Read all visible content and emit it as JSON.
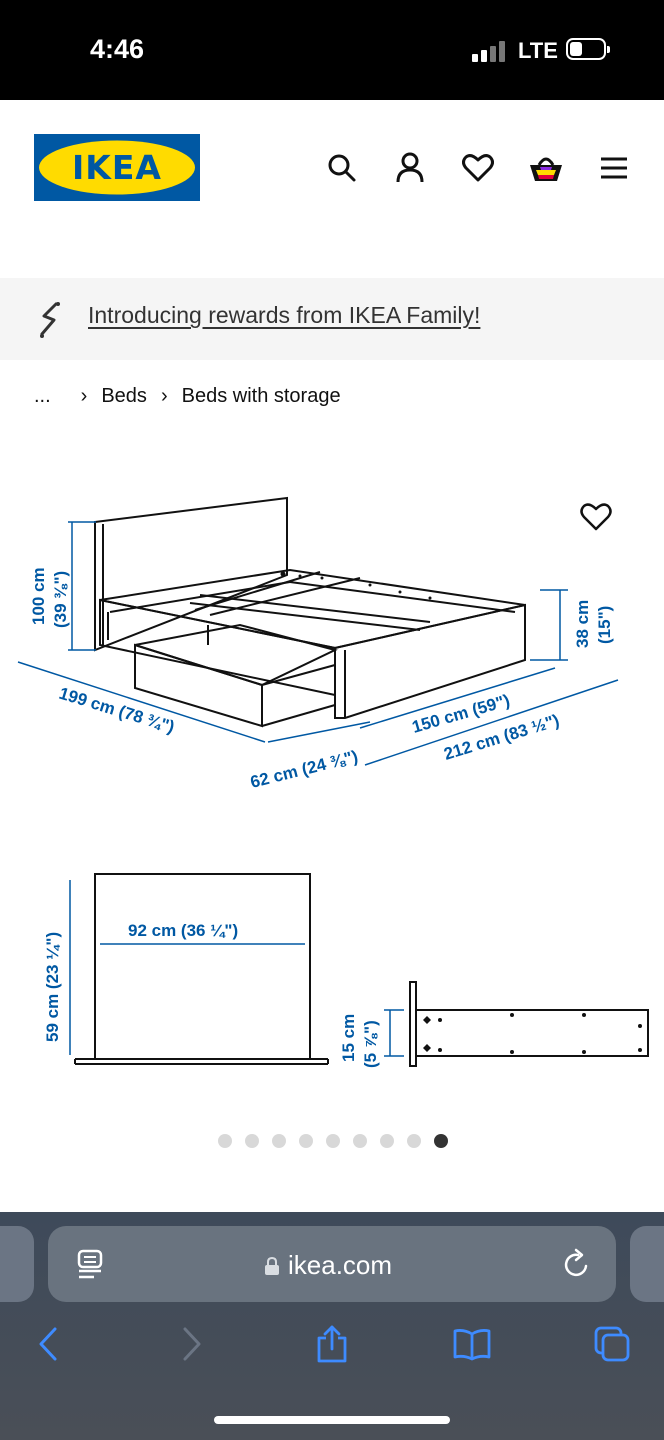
{
  "status_bar": {
    "time": "4:46",
    "network": "LTE"
  },
  "header": {
    "logo_text": "IKEA",
    "icons": [
      "search-icon",
      "account-icon",
      "heart-icon",
      "basket-icon",
      "menu-icon"
    ],
    "brand_blue": "#0058a3",
    "brand_yellow": "#ffdb00"
  },
  "banner": {
    "link_text": "Introducing rewards from IKEA Family!"
  },
  "breadcrumb": {
    "ellipsis": "...",
    "items": [
      "Beds",
      "Beds with storage"
    ]
  },
  "dimensions": {
    "height": "100 cm",
    "height_in": "(39 ⅜\")",
    "length": "199 cm (78 ¾\")",
    "drawer_depth": "62 cm (24 ⅜\")",
    "width": "150 cm (59\")",
    "total_length": "212 cm (83 ½\")",
    "side_height": "38 cm",
    "side_height_in": "(15\")",
    "drawer_width": "92 cm (36 ¼\")",
    "drawer_height": "59 cm (23 ¼\")",
    "drawer_side_height": "15 cm",
    "drawer_side_height_in": "(5 ⅞\")",
    "accent": "#0058a3"
  },
  "carousel": {
    "count": 9,
    "active_index": 8
  },
  "safari": {
    "url": "ikea.com"
  }
}
